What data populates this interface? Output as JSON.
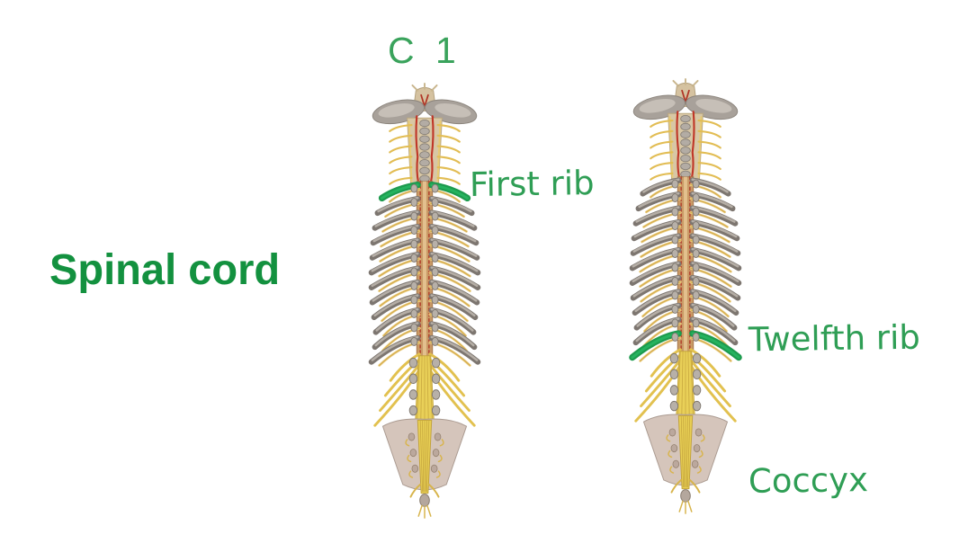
{
  "page": {
    "title": "Spinal cord"
  },
  "labels": {
    "c1": "C 1",
    "first_rib": "First rib",
    "spinal_cord": "Spinal cord",
    "twelfth_rib": "Twelfth rib",
    "coccyx": "Coccyx"
  },
  "colors": {
    "c1_green": "#3aa35c",
    "handwriting_green": "#2f9e55",
    "title_green": "#13913f",
    "rib_highlight_green": "#1d9a4e"
  },
  "figures": [
    {
      "name": "spinal-cord-posterior-view-first-rib-highlighted",
      "highlight_rib_index": 0
    },
    {
      "name": "spinal-cord-posterior-view-twelfth-rib-highlighted",
      "highlight_rib_index": 11
    }
  ]
}
